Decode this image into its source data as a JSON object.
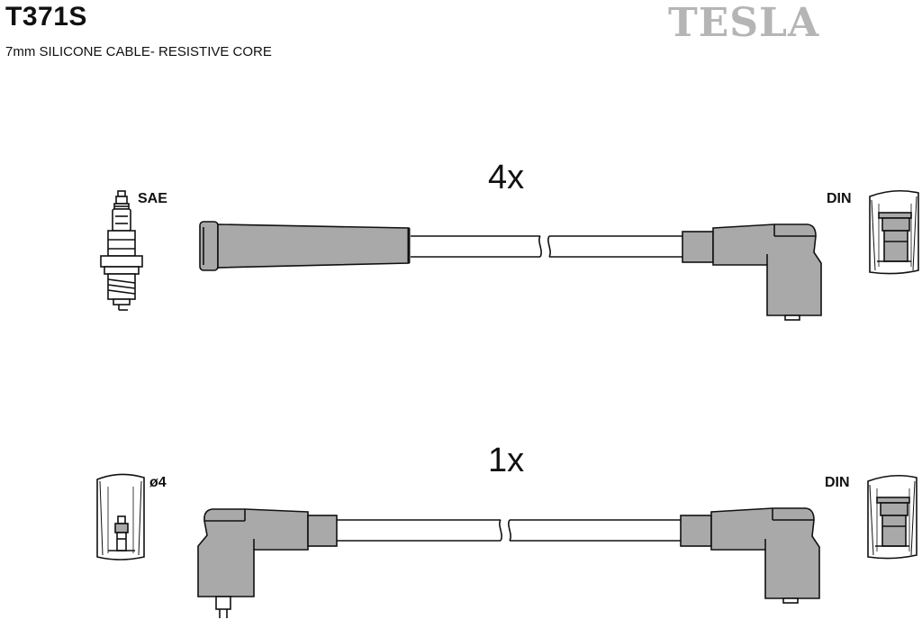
{
  "header": {
    "part_number": "T371S",
    "description": "7mm SILICONE CABLE- RESISTIVE CORE",
    "brand": "TESLA"
  },
  "sets": [
    {
      "quantity": "4x",
      "end_a_label": "SAE",
      "end_b_label": "DIN"
    },
    {
      "quantity": "1x",
      "end_a_label": "ø4",
      "end_b_label": "DIN"
    }
  ],
  "colors": {
    "boot_fill": "#a9a9a9",
    "brand_gray": "#b5b5b5",
    "outline": "#111111"
  }
}
